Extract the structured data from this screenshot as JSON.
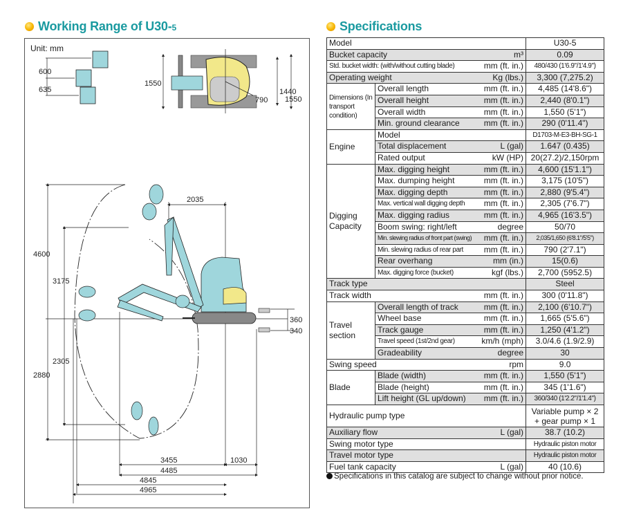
{
  "working_range": {
    "title": "Working Range of U30-",
    "title_suffix": "5",
    "unit_label": "Unit: mm",
    "top_view_dims": {
      "offset_a": "600",
      "offset_b": "635",
      "width_left": "1550",
      "tail_radius": "790",
      "track_inner": "1440",
      "width_right": "1550"
    },
    "side_view_dims": {
      "max_digging_height": "4600",
      "max_dumping_height": "3175",
      "min_front_slew": "2035",
      "blade_up": "360",
      "blade_down": "340",
      "vertical_wall_depth": "2305",
      "max_digging_depth": "2880",
      "dim_3455": "3455",
      "dim_1030": "1030",
      "overall_length": "4485",
      "dim_4845": "4845",
      "max_digging_radius": "4965"
    },
    "colors": {
      "machine": "#9fd6dc",
      "hood": "#f2e88a",
      "track": "#999999",
      "line": "#222222"
    }
  },
  "specifications": {
    "title": "Specifications",
    "model_label": "Model",
    "model_value": "U30-5",
    "rows": {
      "bucket_capacity": {
        "label": "Bucket capacity",
        "unit": "m³",
        "value": "0.09"
      },
      "bucket_width": {
        "label": "Std. bucket width: (with/without cutting blade)",
        "unit": "mm (ft. in.)",
        "value": "480/430 (1'6.9\"/1'4.9\")"
      },
      "operating_weight": {
        "label": "Operating weight",
        "unit": "Kg (lbs.)",
        "value": "3,300 (7,275.2)"
      }
    },
    "dimensions": {
      "group": "Dimensions (In transport condition)",
      "items": [
        {
          "label": "Overall length",
          "unit": "mm (ft. in.)",
          "value": "4,485 (14'8.6\")"
        },
        {
          "label": "Overall height",
          "unit": "mm (ft. in.)",
          "value": "2,440 (8'0.1\")"
        },
        {
          "label": "Overall width",
          "unit": "mm (ft. in.)",
          "value": "1,550 (5'1\")"
        },
        {
          "label": "Min. ground clearance",
          "unit": "mm (ft. in.)",
          "value": "290 (0'11.4\")"
        }
      ]
    },
    "engine": {
      "group": "Engine",
      "items": [
        {
          "label": "Model",
          "unit": "",
          "value": "D1703-M-E3-BH-SG-1"
        },
        {
          "label": "Total displacement",
          "unit": "L (gal)",
          "value": "1.647 (0.435)"
        },
        {
          "label": "Rated output",
          "unit": "kW (HP)",
          "value": "20(27.2)/2,150rpm"
        }
      ]
    },
    "digging": {
      "group": "Digging Capacity",
      "items": [
        {
          "label": "Max. digging height",
          "unit": "mm (ft. in.)",
          "value": "4,600 (15'1.1\")"
        },
        {
          "label": "Max. dumping height",
          "unit": "mm (ft. in.)",
          "value": "3,175 (10'5\")"
        },
        {
          "label": "Max. digging depth",
          "unit": "mm (ft. in.)",
          "value": "2,880 (9'5.4\")"
        },
        {
          "label": "Max. vertical wall digging depth",
          "unit": "mm (ft. in.)",
          "value": "2,305 (7'6.7\")"
        },
        {
          "label": "Max. digging radius",
          "unit": "mm (ft. in.)",
          "value": "4,965 (16'3.5\")"
        },
        {
          "label": "Boom swing: right/left",
          "unit": "degree",
          "value": "50/70"
        },
        {
          "label": "Min. slewing radius of front part (swing)",
          "unit": "mm (ft. in.)",
          "value": "2,035/1,650 (6'8.1\"/5'5\")"
        },
        {
          "label": "Min. slewing radius of rear part",
          "unit": "mm (ft. in.)",
          "value": "790 (2'7.1\")"
        },
        {
          "label": "Rear overhang",
          "unit": "mm (in.)",
          "value": "15(0.6)"
        },
        {
          "label": "Max. digging force (bucket)",
          "unit": "kgf (lbs.)",
          "value": "2,700 (5952.5)"
        }
      ]
    },
    "track_type": {
      "label": "Track type",
      "unit": "",
      "value": "Steel"
    },
    "track_width": {
      "label": "Track width",
      "unit": "mm (ft. in.)",
      "value": "300 (0'11.8\")"
    },
    "travel": {
      "group": "Travel section",
      "items": [
        {
          "label": "Overall length of track",
          "unit": "mm (ft. in.)",
          "value": "2,100 (6'10.7\")"
        },
        {
          "label": "Wheel base",
          "unit": "mm (ft. in.)",
          "value": "1,665 (5'5.6\")"
        },
        {
          "label": "Track gauge",
          "unit": "mm (ft. in.)",
          "value": "1,250 (4'1.2\")"
        },
        {
          "label": "Travel speed (1st/2nd gear)",
          "unit": "km/h (mph)",
          "value": "3.0/4.6 (1.9/2.9)"
        },
        {
          "label": "Gradeability",
          "unit": "degree",
          "value": "30"
        }
      ]
    },
    "swing_speed": {
      "label": "Swing speed",
      "unit": "rpm",
      "value": "9.0"
    },
    "blade": {
      "group": "Blade",
      "items": [
        {
          "label": "Blade (width)",
          "unit": "mm (ft. in.)",
          "value": "1,550 (5'1\")"
        },
        {
          "label": "Blade (height)",
          "unit": "mm (ft. in.)",
          "value": "345 (1'1.6\")"
        },
        {
          "label": "Lift height (GL up/down)",
          "unit": "mm (ft. in.)",
          "value": "360/340 (1'2.2\"/1'1.4\")"
        }
      ]
    },
    "hydraulic_pump": {
      "label": "Hydraulic pump type",
      "value_line1": "Variable pump × 2",
      "value_line2": "+ gear pump × 1"
    },
    "auxiliary_flow": {
      "label": "Auxiliary flow",
      "unit": "L (gal)",
      "value": "38.7 (10.2)"
    },
    "swing_motor": {
      "label": "Swing motor type",
      "value": "Hydraulic piston motor"
    },
    "travel_motor": {
      "label": "Travel motor type",
      "value": "Hydraulic piston motor"
    },
    "fuel_tank": {
      "label": "Fuel tank capacity",
      "unit": "L (gal)",
      "value": "40 (10.6)"
    },
    "footnote": "Specifications in this catalog are subject to change without prior notice."
  }
}
